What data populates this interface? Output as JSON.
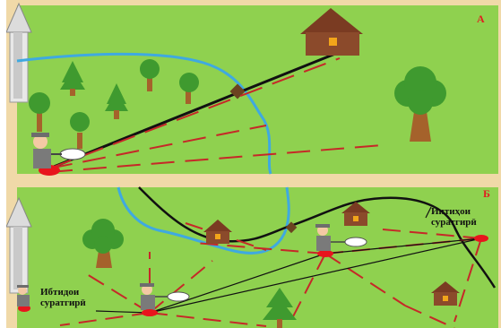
{
  "panels": [
    {
      "letter": "А",
      "letter_color": "#e02020"
    },
    {
      "letter": "Б",
      "letter_color": "#e02020"
    }
  ],
  "labels": {
    "start_title": "Ибтидои",
    "start_sub": "суратгирӣ",
    "end_title": "Интиҳои",
    "end_sub": "суратгирӣ"
  },
  "colors": {
    "grass": "#8fd14f",
    "wood_border": "#f0d9a8",
    "river": "#3fa9e0",
    "road": "#111111",
    "dashed": "#c62828",
    "marker": "#e8151d",
    "house_wall": "#8b4a2b",
    "house_roof": "#7a3b22",
    "tree_green": "#3f9a2f",
    "trunk": "#a5622b"
  },
  "icons": [
    "north-arrow-icon",
    "photographer-icon",
    "house-icon",
    "tree-icon",
    "fir-tree-icon",
    "camera-marker-icon"
  ]
}
